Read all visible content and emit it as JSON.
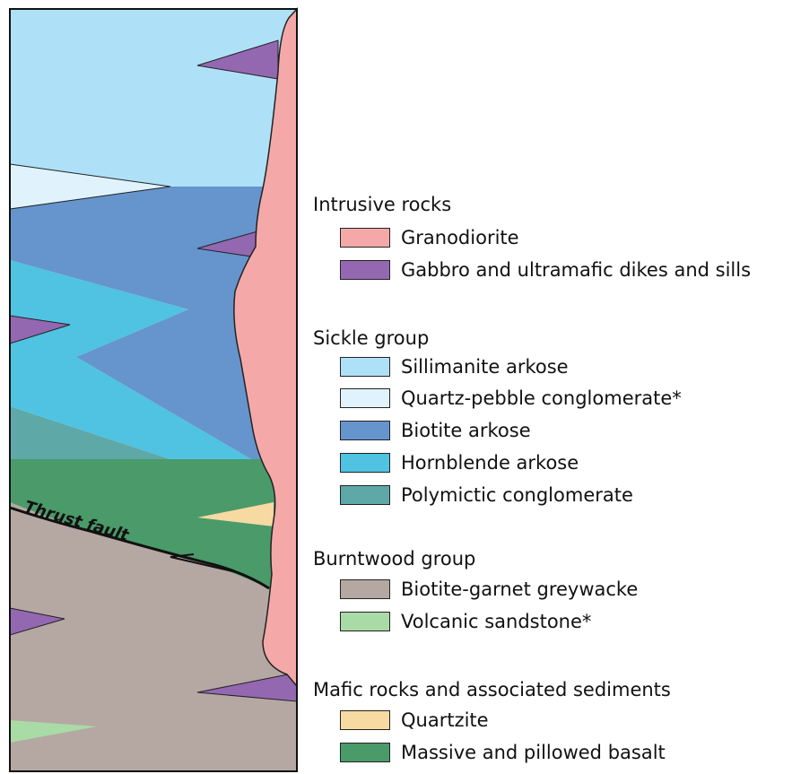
{
  "fault_label": "Thrust fault",
  "colors": {
    "granodiorite": "#f4a9a8",
    "gabbro": "#9468b0",
    "sillimanite_arkose": "#aee1f8",
    "quartz_pebble": "#e0f3fc",
    "biotite_arkose": "#6595cc",
    "hornblende_arkose": "#4fc3e1",
    "polymictic": "#5fa8a8",
    "biotite_garnet": "#b5a8a3",
    "volcanic_sandstone": "#a9dba6",
    "quartzite": "#f7d9a2",
    "basalt": "#4a9a6a"
  },
  "legend": {
    "intrusive": {
      "title": "Intrusive rocks",
      "items": [
        {
          "label": "Granodiorite",
          "color": "#f4a9a8"
        },
        {
          "label": "Gabbro and ultramafic dikes and sills",
          "color": "#9468b0"
        }
      ]
    },
    "sickle": {
      "title": "Sickle group",
      "items": [
        {
          "label": "Sillimanite arkose",
          "color": "#aee1f8"
        },
        {
          "label": "Quartz-pebble conglomerate*",
          "color": "#e0f3fc"
        },
        {
          "label": "Biotite arkose",
          "color": "#6595cc"
        },
        {
          "label": "Hornblende arkose",
          "color": "#4fc3e1"
        },
        {
          "label": "Polymictic conglomerate",
          "color": "#5fa8a8"
        }
      ]
    },
    "burntwood": {
      "title": "Burntwood group",
      "items": [
        {
          "label": "Biotite-garnet greywacke",
          "color": "#b5a8a3"
        },
        {
          "label": "Volcanic sandstone*",
          "color": "#a9dba6"
        }
      ]
    },
    "mafic": {
      "title": "Mafic rocks and associated sediments",
      "items": [
        {
          "label": "Quartzite",
          "color": "#f7d9a2"
        },
        {
          "label": "Massive and pillowed basalt",
          "color": "#4a9a6a"
        }
      ]
    }
  }
}
